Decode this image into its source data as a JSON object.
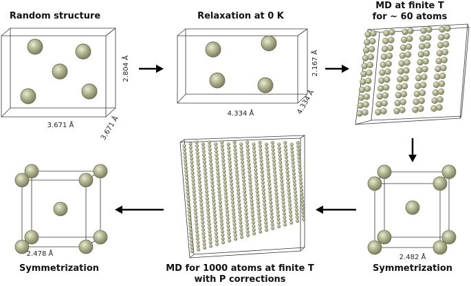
{
  "panels": {
    "random": {
      "title": "Random structure",
      "dim_a": "3.671 Å",
      "dim_b": "2.804 Å",
      "dim_c": "3.671 Å"
    },
    "relax": {
      "title": "Relaxation at 0 K",
      "dim_a": "4.334 Å",
      "dim_b": "2.167 Å",
      "dim_c": "4.334 Å"
    },
    "md60": {
      "title_line1": "MD at finite T",
      "title_line2": "for ~ 60 atoms"
    },
    "sym_right": {
      "title": "Symmetrization",
      "dim": "2.482 Å"
    },
    "md1000": {
      "title_line1": "MD for 1000 atoms at finite T",
      "title_line2": "with P corrections"
    },
    "sym_left": {
      "title": "Symmetrization",
      "dim": "2.478 Å"
    }
  },
  "colors": {
    "atom": "#a7aa84",
    "atom_highlight": "#e9ead6",
    "atom_edge": "#6b6d50",
    "arrow": "#000000"
  }
}
